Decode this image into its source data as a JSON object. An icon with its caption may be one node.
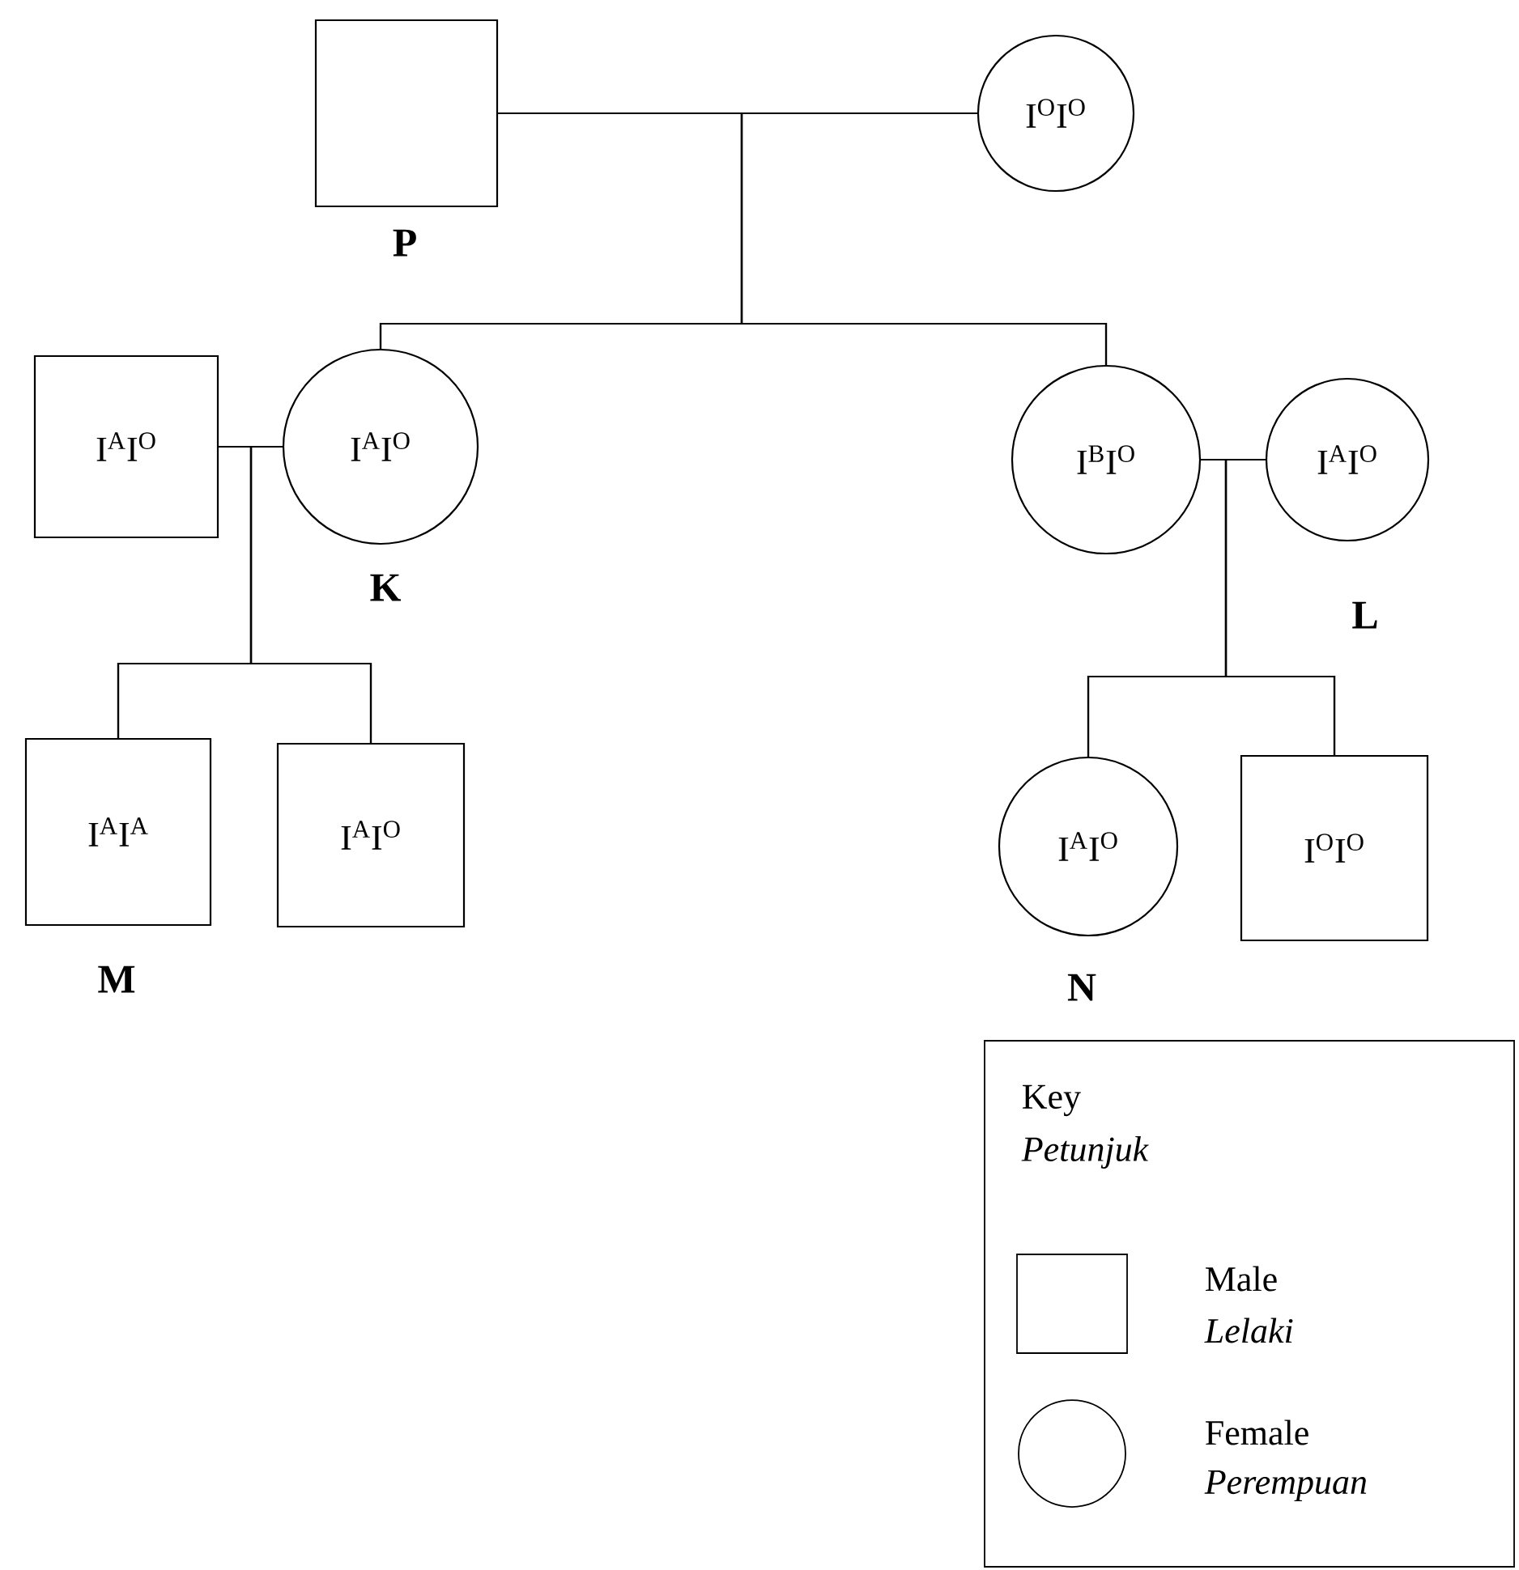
{
  "diagram": {
    "nodes": [
      {
        "text": [],
        "shape": "box",
        "beside": [
          "P"
        ]
      },
      {
        "text": [
          "I$^{O}$I$^{O}$"
        ]
      },
      {
        "text": [
          "I$^{A}$I$^{O}$"
        ]
      },
      {
        "text": [
          "I$^{A}$I$^{O}$"
        ],
        "beside": [
          "K"
        ]
      },
      {
        "text": [
          "I$^{B}$I$^{O}$"
        ]
      },
      {
        "text": [
          "I$^{A}$I$^{O}$"
        ],
        "beside": [
          "L"
        ]
      },
      {
        "text": [
          "I$^{A}$I$^{A}$"
        ],
        "beside": [
          "M"
        ]
      },
      {
        "text": [
          "I$^{A}$I$^{O}$"
        ]
      },
      {
        "text": [
          "I$^{A}$I$^{O}$"
        ],
        "beside": [
          "N"
        ]
      },
      {
        "text": [
          "I$^{O}$I$^{O}$"
        ]
      }
    ],
    "edges": [
      {
        "from": 0,
        "to": 1,
        "arrow": "none"
      },
      {
        "from": 0,
        "to": 3,
        "arrow": "none"
      },
      {
        "from": 1,
        "to": 3,
        "arrow": "none"
      },
      {
        "from": 0,
        "to": 4,
        "arrow": "none"
      },
      {
        "from": 1,
        "to": 4,
        "arrow": "none"
      },
      {
        "from": 2,
        "to": 3,
        "arrow": "none"
      },
      {
        "from": 2,
        "to": 6,
        "arrow": "none"
      },
      {
        "from": 3,
        "to": 6,
        "arrow": "none"
      },
      {
        "from": 2,
        "to": 7,
        "arrow": "none"
      },
      {
        "from": 3,
        "to": 7,
        "arrow": "none"
      },
      {
        "from": 4,
        "to": 5,
        "arrow": "none"
      },
      {
        "from": 4,
        "to": 8,
        "arrow": "none"
      },
      {
        "from": 5,
        "to": 8,
        "arrow": "none"
      },
      {
        "from": 4,
        "to": 9,
        "arrow": "none"
      },
      {
        "from": 5,
        "to": 9,
        "arrow": "none"
      }
    ],
    "labels": [
      "Key",
      "Petunjuk"
    ],
    "legend": [
      {
        "text": "Male"
      },
      {
        "text": "Lelaki"
      },
      {
        "text": "Female"
      },
      {
        "text": "Perempuan"
      }
    ]
  }
}
